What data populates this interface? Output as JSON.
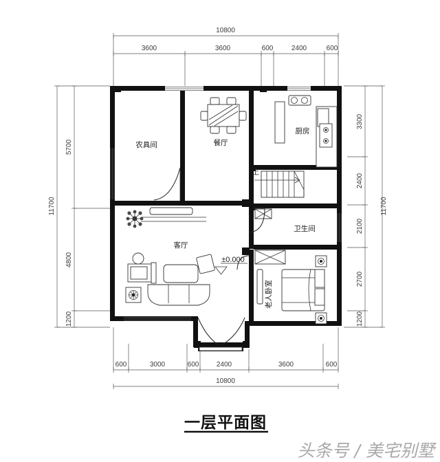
{
  "document": {
    "title": "一层平面图",
    "watermark": "头条号 / 美宅别墅",
    "level_marker": "±0.000",
    "stair_marker": "上"
  },
  "rooms": [
    {
      "id": "farm-tool-room",
      "label": "农具间"
    },
    {
      "id": "dining-room",
      "label": "餐厅"
    },
    {
      "id": "kitchen",
      "label": "厨房"
    },
    {
      "id": "living-room",
      "label": "客厅"
    },
    {
      "id": "bathroom",
      "label": "卫生间"
    },
    {
      "id": "elder-bedroom",
      "label": "老人卧室"
    }
  ],
  "dimensions": {
    "top": {
      "overall": "10800",
      "segments": [
        "3600",
        "3600",
        "600",
        "2400",
        "600"
      ]
    },
    "bottom": {
      "overall": "10800",
      "segments": [
        "600",
        "3000",
        "600",
        "2400",
        "3600",
        "600"
      ]
    },
    "left": {
      "overall": "11700",
      "segments": [
        "5700",
        "4800",
        "1200"
      ]
    },
    "right": {
      "overall": "11700",
      "segments": [
        "3300",
        "2400",
        "2100",
        "2700",
        "1200"
      ]
    }
  },
  "colors": {
    "wall": "#111111",
    "line": "#333333",
    "dim": "#555555",
    "watermark": "#a9a9a9",
    "background": "#ffffff"
  }
}
